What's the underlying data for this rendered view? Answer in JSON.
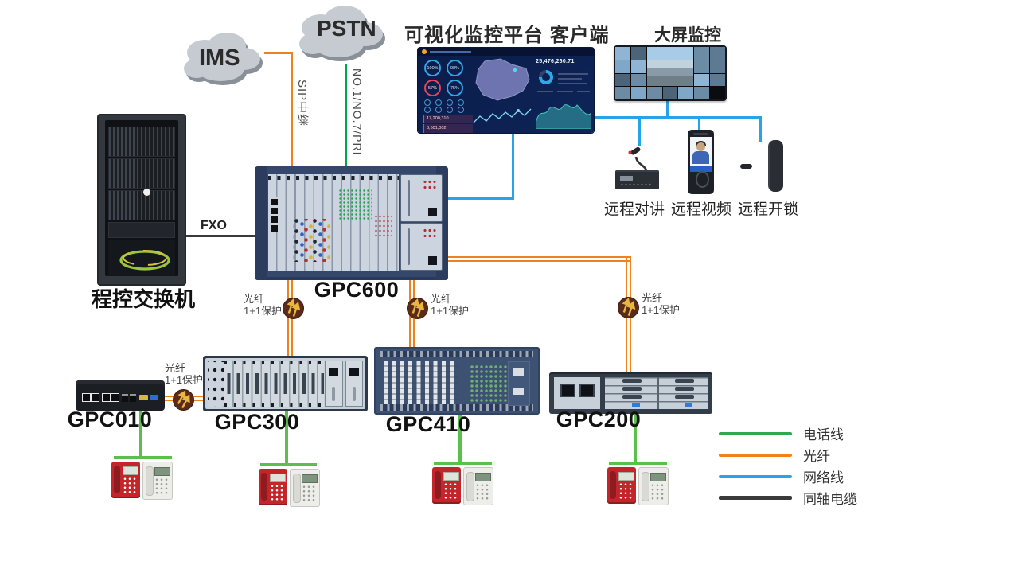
{
  "clouds": {
    "ims_label": "IMS",
    "pstn_label": "PSTN"
  },
  "titles": {
    "platform": "可视化监控平台 客户端",
    "video_wall": "大屏监控"
  },
  "connection_labels": {
    "sip_trunk": "SIP中继",
    "pstn_trunk": "NO.1/NO.7/PRI",
    "fxo": "FXO"
  },
  "fiber_protection": {
    "line1": "光纤",
    "line2": "1+1保护"
  },
  "device_labels": {
    "rack": "程控交换机",
    "gpc600": "GPC600",
    "gpc300": "GPC300",
    "gpc410": "GPC410",
    "gpc200": "GPC200",
    "gpc010": "GPC010"
  },
  "remote_terminals": [
    {
      "label": "远程对讲"
    },
    {
      "label": "远程视频"
    },
    {
      "label": "远程开锁"
    }
  ],
  "legend": {
    "items": [
      {
        "label": "电话线",
        "color": "#2FA84E"
      },
      {
        "label": "光纤",
        "color": "#F0821E"
      },
      {
        "label": "网络线",
        "color": "#29A3E8"
      },
      {
        "label": "同轴电缆",
        "color": "#3A3A3A"
      }
    ]
  },
  "dashboard": {
    "gauges": [
      {
        "value": "100%"
      },
      {
        "value": "98%"
      },
      {
        "value": "57%"
      },
      {
        "value": "75%"
      }
    ],
    "stats": [
      {
        "value": "17,200,310"
      },
      {
        "value": "8,601,002"
      }
    ],
    "big_number": "25,476,260.71"
  },
  "line_colors": {
    "phone_line": "#5CBE4C",
    "fiber": "#F0821E",
    "network": "#29A3E8",
    "coax": "#3A3A3A",
    "pstn_trunk_green": "#00A551"
  }
}
